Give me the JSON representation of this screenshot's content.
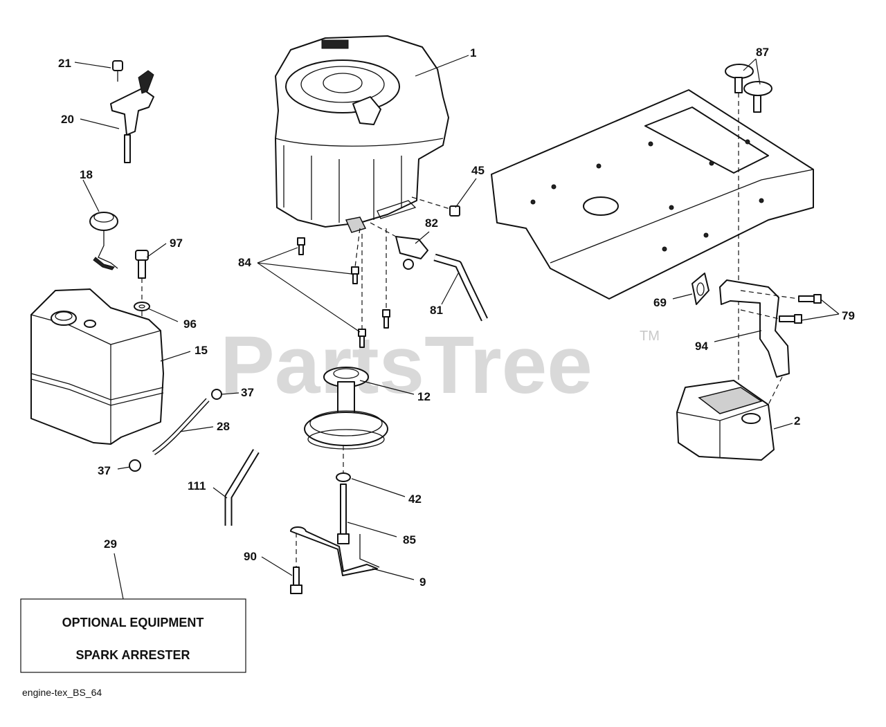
{
  "watermark": {
    "text": "PartsTree",
    "mark": "TM"
  },
  "callouts": {
    "c1": "1",
    "c2": "2",
    "c9": "9",
    "c12": "12",
    "c15": "15",
    "c18": "18",
    "c20": "20",
    "c21": "21",
    "c28": "28",
    "c29": "29",
    "c37a": "37",
    "c37b": "37",
    "c42": "42",
    "c45": "45",
    "c69": "69",
    "c79": "79",
    "c81": "81",
    "c82": "82",
    "c84": "84",
    "c85": "85",
    "c87": "87",
    "c90": "90",
    "c94": "94",
    "c96": "96",
    "c97": "97",
    "c111": "111"
  },
  "optional_box": {
    "line1": "OPTIONAL EQUIPMENT",
    "line2": "SPARK ARRESTER"
  },
  "footer_ref": "engine-tex_BS_64"
}
